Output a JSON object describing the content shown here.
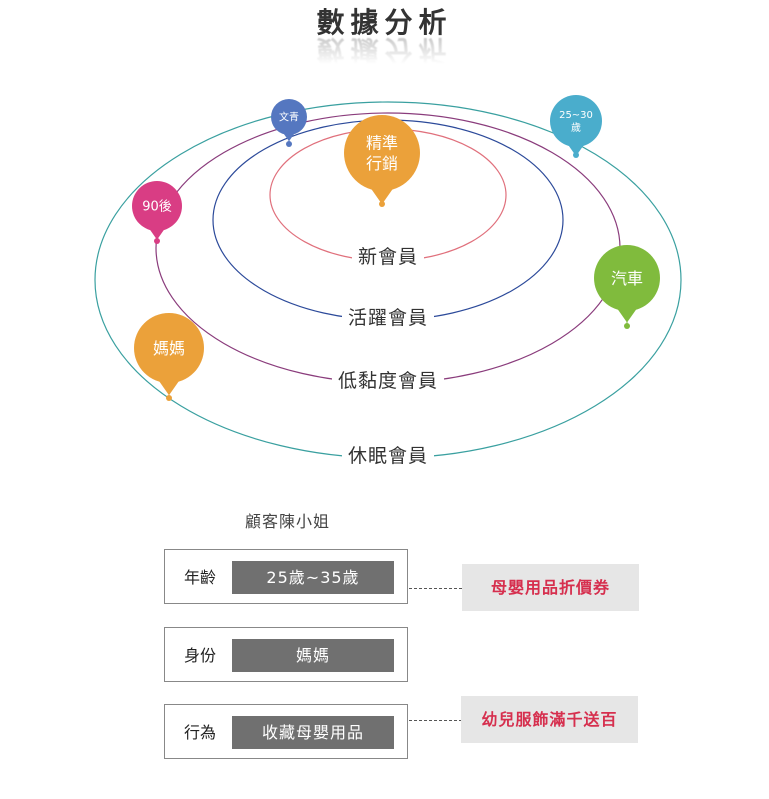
{
  "title": "數據分析",
  "rings": [
    {
      "label": "新會員",
      "color": "#e0707c"
    },
    {
      "label": "活躍會員",
      "color": "#2c4a9a"
    },
    {
      "label": "低黏度會員",
      "color": "#8a3c7c"
    },
    {
      "label": "休眠會員",
      "color": "#3aa0a0"
    }
  ],
  "pins": [
    {
      "label": "文青",
      "color": "#5577c0"
    },
    {
      "label": "精準 行銷",
      "line1": "精準",
      "line2": "行銷",
      "color": "#eba13a"
    },
    {
      "label": "25~30歲",
      "line1": "25~30",
      "line2": "歲",
      "color": "#4aadcc"
    },
    {
      "label": "90後",
      "color": "#d93d84"
    },
    {
      "label": "汽車",
      "color": "#80bb3d"
    },
    {
      "label": "媽媽",
      "color": "#eba13a"
    }
  ],
  "customer": {
    "name": "顧客陳小姐",
    "rows": [
      {
        "label": "年齡",
        "value": "25歲~35歲"
      },
      {
        "label": "身份",
        "value": "媽媽"
      },
      {
        "label": "行為",
        "value": "收藏母嬰用品"
      }
    ]
  },
  "coupons": [
    {
      "text": "母嬰用品折價券"
    },
    {
      "text": "幼兒服飾滿千送百"
    }
  ],
  "colors": {
    "coupon_text": "#d62f4e",
    "coupon_bg": "#e6e6e6",
    "value_bg": "#707070"
  }
}
